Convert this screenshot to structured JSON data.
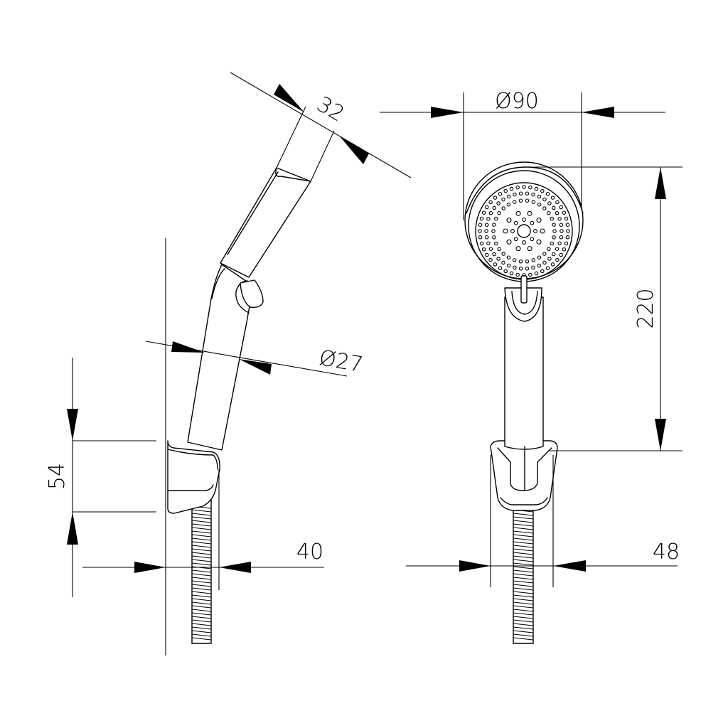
{
  "dimensions": {
    "spray_face_width": "32",
    "handle_diameter": "Ø27",
    "holder_height": "54",
    "holder_depth": "40",
    "head_diameter": "Ø90",
    "total_height": "220",
    "holder_width": "48"
  }
}
